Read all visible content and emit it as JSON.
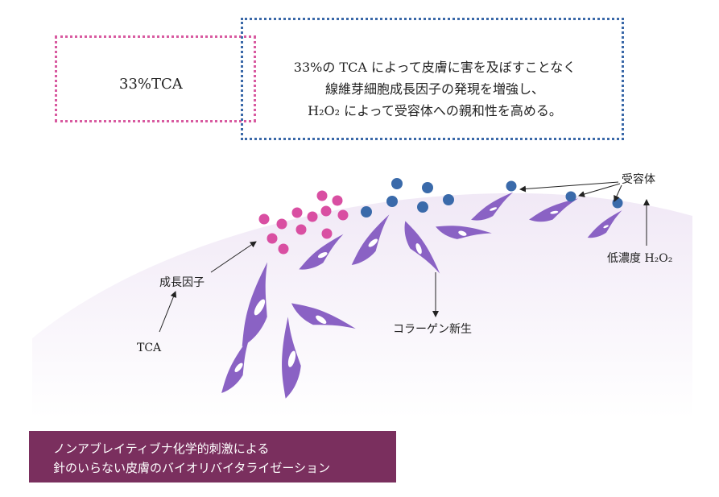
{
  "tca_box": {
    "label": "33%TCA"
  },
  "description": {
    "line1": "33%の TCA によって皮膚に害を及ぼすことなく",
    "line2": "線維芽細胞成長因子の発現を増強し、",
    "line3": "H₂O₂ によって受容体への親和性を高める。"
  },
  "labels": {
    "receptor": "受容体",
    "low_h2o2": "低濃度 H₂O₂",
    "growth_factor": "成長因子",
    "tca": "TCA",
    "collagen": "コラーゲン新生"
  },
  "banner": {
    "line1": "ノンアブレイティブナ化学的刺激による",
    "line2": "針のいらない皮膚のバイオリバイタライゼーション"
  },
  "colors": {
    "pink_dot": "#d94fa2",
    "blue_dot": "#3a6aaa",
    "cell": "#8a62c4",
    "skin": "#f3eef8",
    "banner": "#7a2f5e"
  }
}
